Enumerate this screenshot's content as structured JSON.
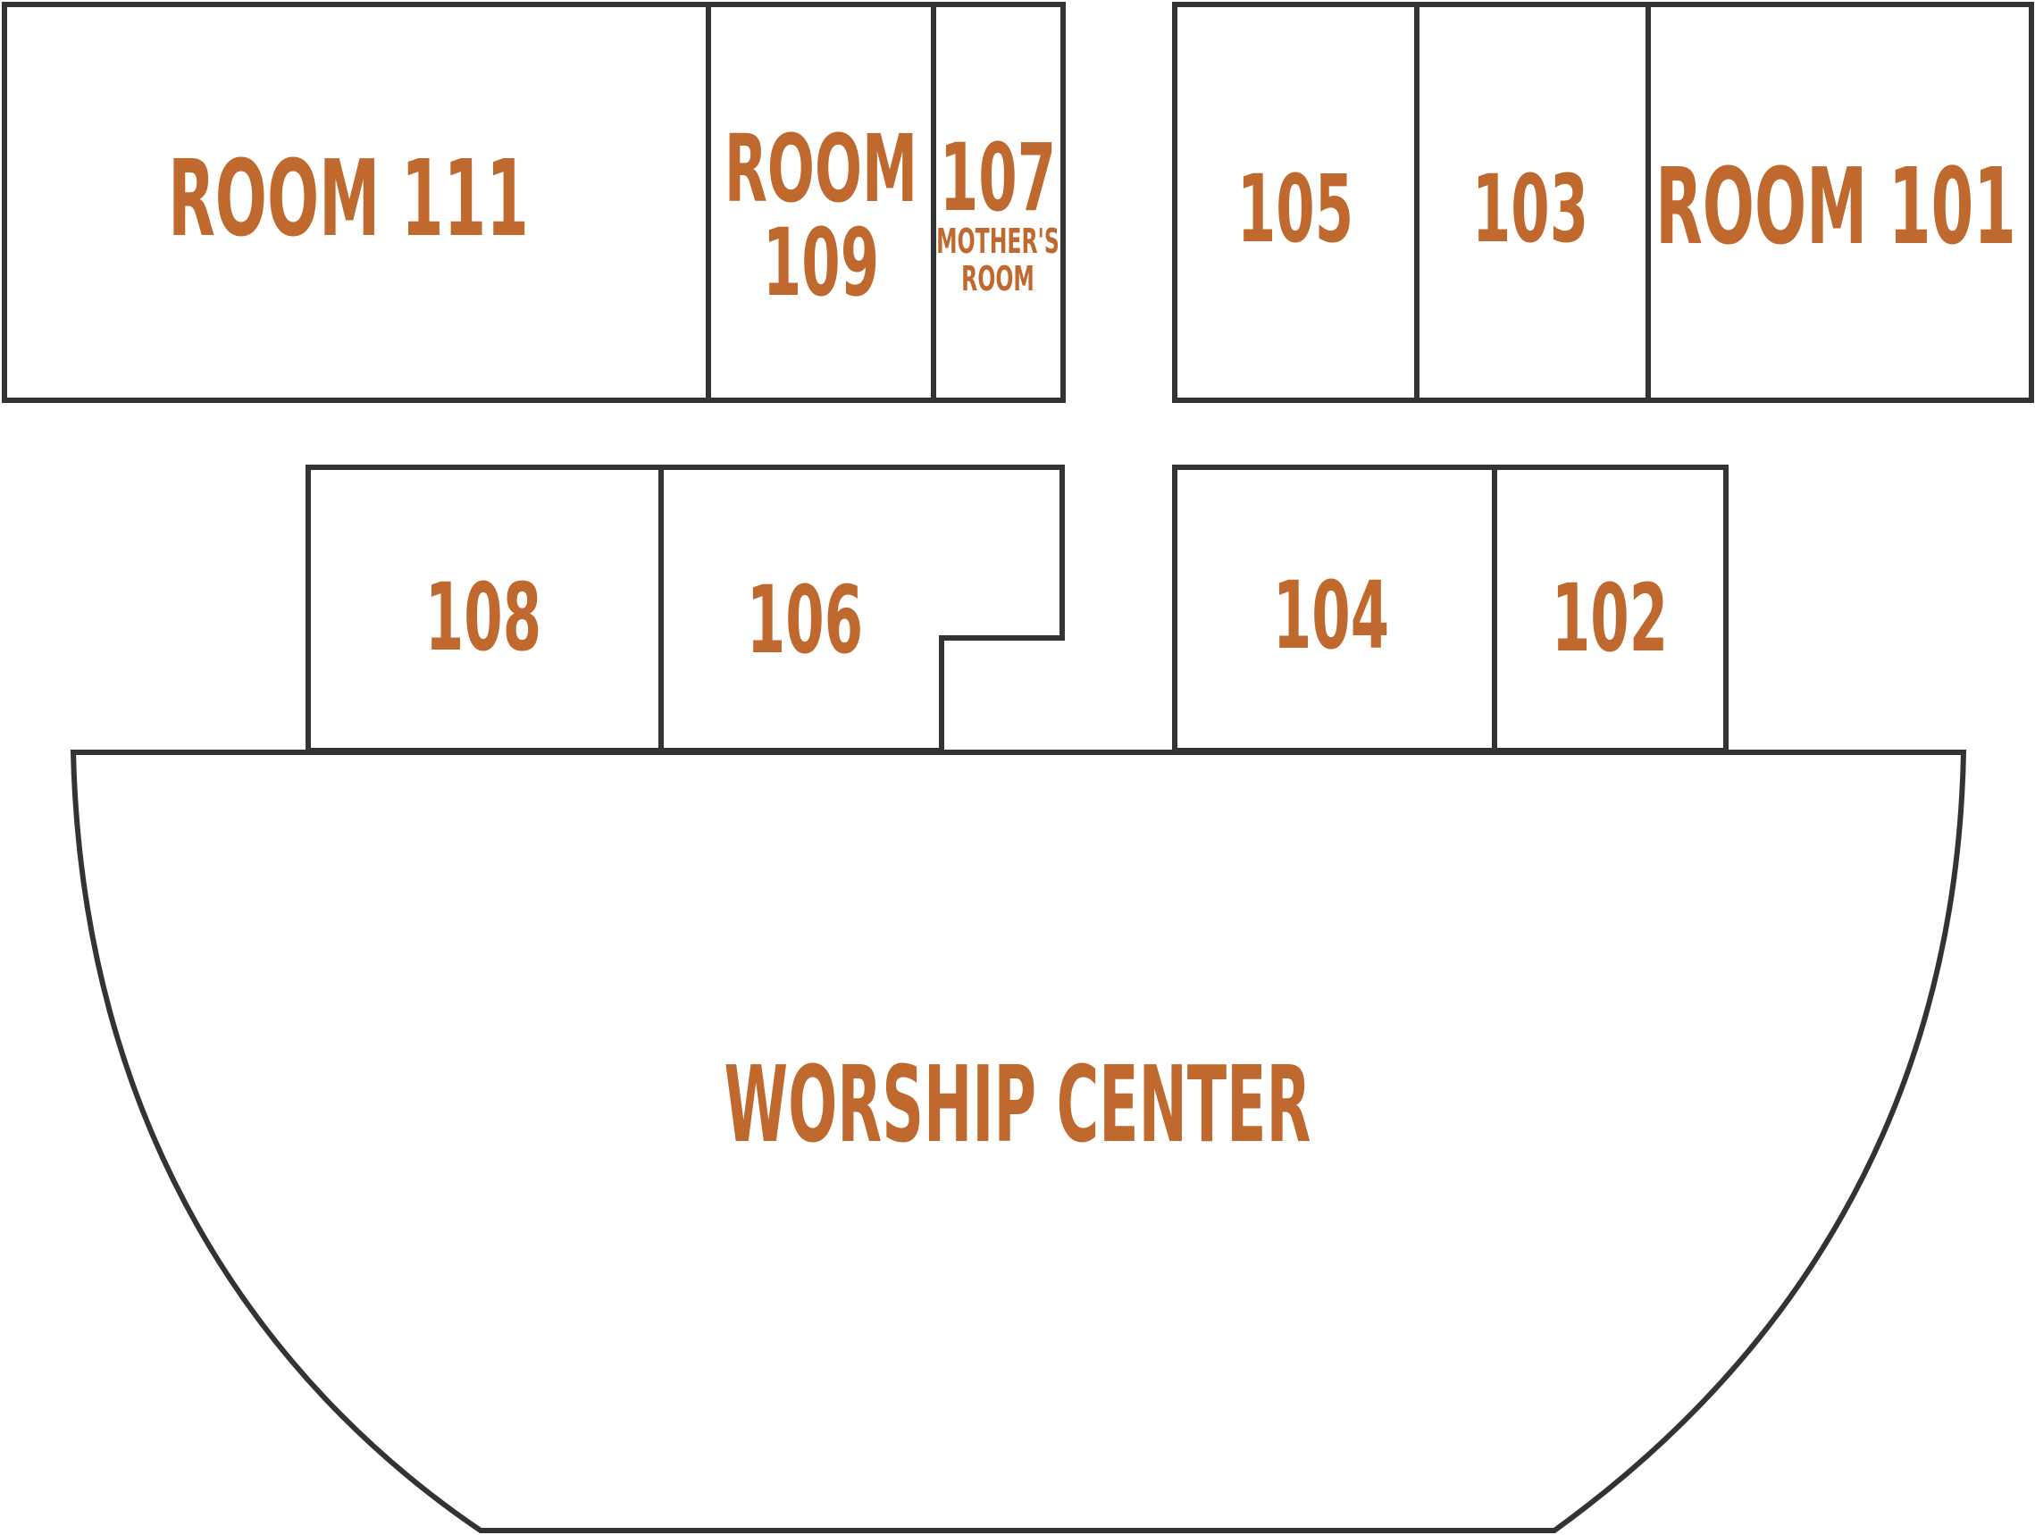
{
  "colors": {
    "wall": "#333333",
    "label": "#c0692e",
    "background": "#ffffff"
  },
  "rooms": {
    "room_111": {
      "label": "ROOM 111"
    },
    "room_109": {
      "line1": "ROOM",
      "line2": "109"
    },
    "room_107": {
      "number": "107",
      "line2": "MOTHER'S",
      "line3": "ROOM"
    },
    "room_105": {
      "label": "105"
    },
    "room_103": {
      "label": "103"
    },
    "room_101": {
      "label": "ROOM 101"
    },
    "room_108": {
      "label": "108"
    },
    "room_106": {
      "label": "106"
    },
    "room_104": {
      "label": "104"
    },
    "room_102": {
      "label": "102"
    },
    "worship_center": {
      "label": "WORSHIP CENTER"
    }
  }
}
